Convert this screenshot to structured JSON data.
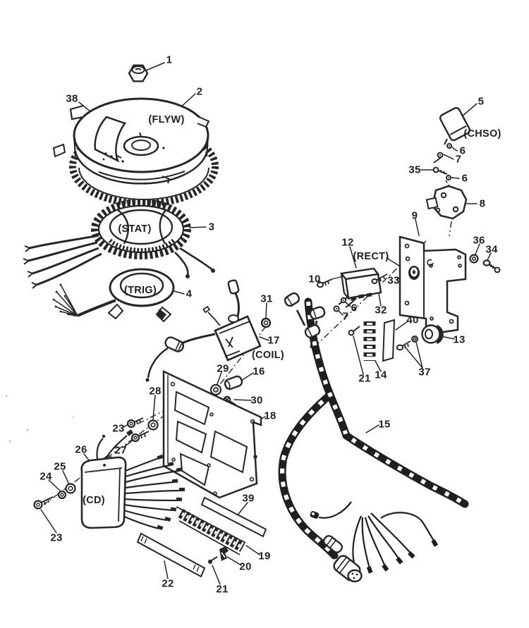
{
  "diagram": {
    "kind": "exploded-parts-diagram",
    "ink": "#262626",
    "paper": "#ffffff",
    "callouts": [
      {
        "label": "1",
        "kind": "number"
      },
      {
        "label": "2",
        "kind": "number"
      },
      {
        "label": "38",
        "kind": "number"
      },
      {
        "label": "(FLYW)",
        "kind": "code"
      },
      {
        "label": "3",
        "kind": "number"
      },
      {
        "label": "(STAT)",
        "kind": "code"
      },
      {
        "label": "4",
        "kind": "number"
      },
      {
        "label": "(TRIG)",
        "kind": "code"
      },
      {
        "label": "5",
        "kind": "number"
      },
      {
        "label": "(CHSO)",
        "kind": "code"
      },
      {
        "label": "6",
        "kind": "number"
      },
      {
        "label": "7",
        "kind": "number"
      },
      {
        "label": "35",
        "kind": "number"
      },
      {
        "label": "6",
        "kind": "number"
      },
      {
        "label": "8",
        "kind": "number"
      },
      {
        "label": "9",
        "kind": "number"
      },
      {
        "label": "12",
        "kind": "number"
      },
      {
        "label": "(RECT)",
        "kind": "code"
      },
      {
        "label": "36",
        "kind": "number"
      },
      {
        "label": "34",
        "kind": "number"
      },
      {
        "label": "10",
        "kind": "number"
      },
      {
        "label": "33",
        "kind": "number"
      },
      {
        "label": "6",
        "kind": "number"
      },
      {
        "label": "7",
        "kind": "number"
      },
      {
        "label": "32",
        "kind": "number"
      },
      {
        "label": "40",
        "kind": "number"
      },
      {
        "label": "13",
        "kind": "number"
      },
      {
        "label": "31",
        "kind": "number"
      },
      {
        "label": "17",
        "kind": "number"
      },
      {
        "label": "(COIL)",
        "kind": "code"
      },
      {
        "label": "29",
        "kind": "number"
      },
      {
        "label": "16",
        "kind": "number"
      },
      {
        "label": "30",
        "kind": "number"
      },
      {
        "label": "18",
        "kind": "number"
      },
      {
        "label": "28",
        "kind": "number"
      },
      {
        "label": "23",
        "kind": "number"
      },
      {
        "label": "27",
        "kind": "number"
      },
      {
        "label": "26",
        "kind": "number"
      },
      {
        "label": "25",
        "kind": "number"
      },
      {
        "label": "24",
        "kind": "number"
      },
      {
        "label": "23",
        "kind": "number"
      },
      {
        "label": "(CD)",
        "kind": "code"
      },
      {
        "label": "21",
        "kind": "number"
      },
      {
        "label": "14",
        "kind": "number"
      },
      {
        "label": "37",
        "kind": "number"
      },
      {
        "label": "15",
        "kind": "number"
      },
      {
        "label": "39",
        "kind": "number"
      },
      {
        "label": "19",
        "kind": "number"
      },
      {
        "label": "20",
        "kind": "number"
      },
      {
        "label": "22",
        "kind": "number"
      },
      {
        "label": "21",
        "kind": "number"
      }
    ]
  }
}
